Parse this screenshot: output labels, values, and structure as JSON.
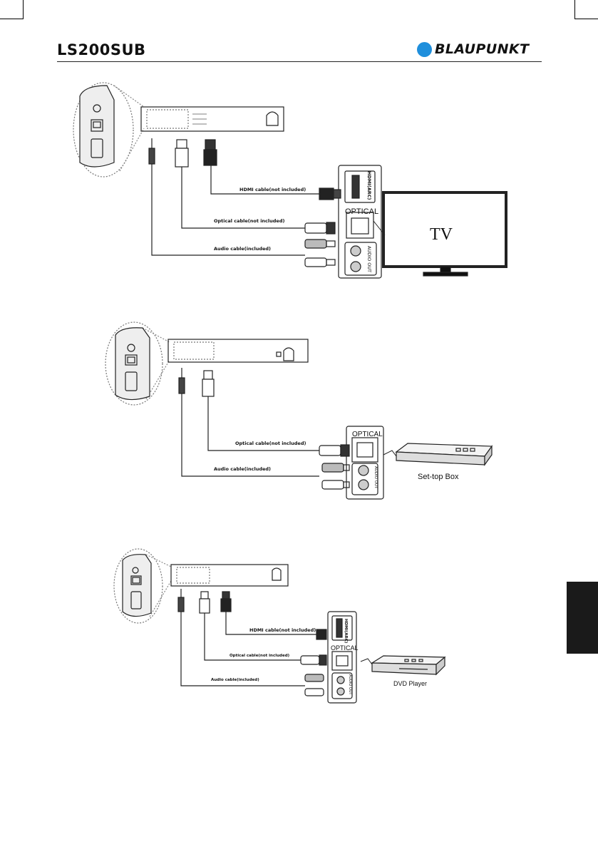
{
  "header": {
    "model": "LS200SUB",
    "brand": "BLAUPUNKT",
    "brand_color": "#1f8fdc"
  },
  "diagram_tv": {
    "hdmi_port": "HDMI(ARC)",
    "optical_port": "OPTICAL",
    "audio_port": "AUDIO OUT",
    "hdmi_cable": "HDMI cable(not included)",
    "optical_cable": "Optical cable(not included)",
    "audio_cable": "Audio cable(included)",
    "device": "TV"
  },
  "diagram_stb": {
    "optical_port": "OPTICAL",
    "audio_port": "AUDIO OUT",
    "optical_cable": "Optical cable(not included)",
    "audio_cable": "Audio cable(included)",
    "device": "Set-top Box"
  },
  "diagram_dvd": {
    "hdmi_port": "HDMI(ARC)",
    "optical_port": "OPTICAL",
    "audio_port": "AUDIO OUT",
    "hdmi_cable": "HDMI cable(not included)",
    "optical_cable": "Optical cable(not included)",
    "audio_cable": "Audio cable(included)",
    "device": "DVD Player"
  },
  "side_tab_color": "#1a1a1a"
}
